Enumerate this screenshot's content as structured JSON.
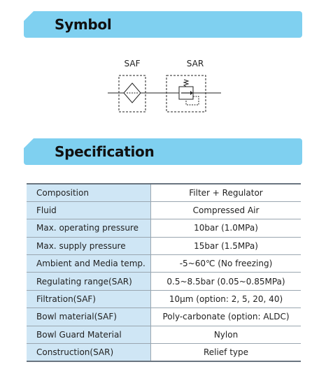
{
  "symbol_section": {
    "title": "Symbol",
    "diagram_labels": {
      "left": "SAF",
      "right": "SAR"
    }
  },
  "spec_section": {
    "title": "Specification",
    "rows": [
      {
        "label": "Composition",
        "value": "Filter + Regulator"
      },
      {
        "label": "Fluid",
        "value": "Compressed Air"
      },
      {
        "label": "Max. operating pressure",
        "value": "10bar (1.0MPa)"
      },
      {
        "label": "Max. supply pressure",
        "value": "15bar (1.5MPa)"
      },
      {
        "label": "Ambient and Media temp.",
        "value": "-5~60℃ (No freezing)"
      },
      {
        "label": "Regulating range(SAR)",
        "value": "0.5~8.5bar (0.05~0.85MPa)"
      },
      {
        "label": "Filtration(SAF)",
        "value": "10μm (option: 2, 5, 20, 40)"
      },
      {
        "label": "Bowl material(SAF)",
        "value": "Poly-carbonate (option: ALDC)"
      },
      {
        "label": "Bowl Guard Material",
        "value": "Nylon"
      },
      {
        "label": "Construction(SAR)",
        "value": "Relief type"
      }
    ]
  },
  "colors": {
    "header_bg": "#7fd0f0",
    "label_bg": "#cfe6f5"
  }
}
